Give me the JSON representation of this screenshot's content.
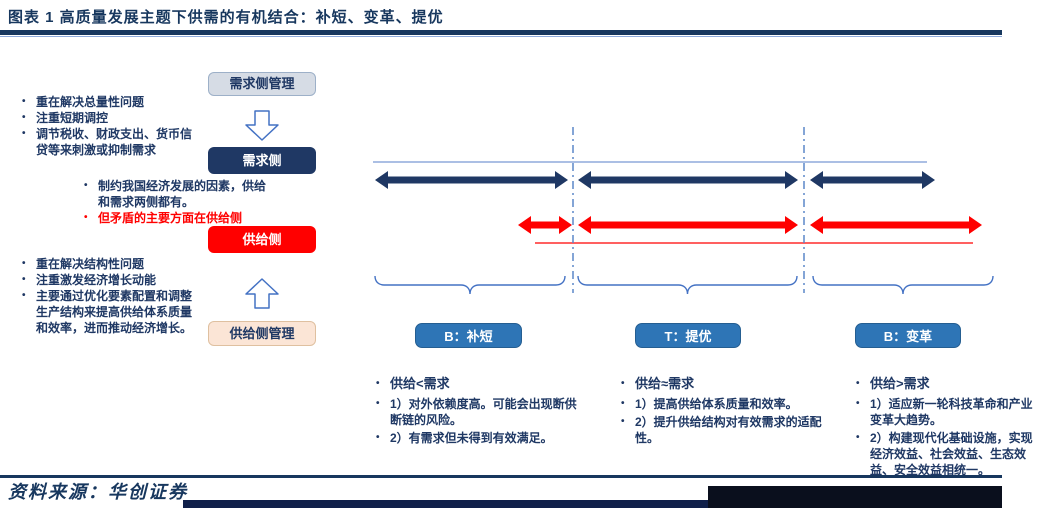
{
  "header": {
    "title": "图表 1  高质量发展主题下供需的有机结合：补短、变革、提优"
  },
  "flow": {
    "demand_mgmt_label": "需求侧管理",
    "demand_label": "需求侧",
    "supply_label": "供给侧",
    "supply_mgmt_label": "供给侧管理"
  },
  "left_notes": {
    "demand_side": [
      "重在解决总量性问题",
      "注重短期调控",
      "调节税收、财政支出、货币信贷等来刺激或抑制需求"
    ],
    "middle": {
      "line1": "制约我国经济发展的因素，供给和需求两侧都有。",
      "line2_red": "但矛盾的主要方面在供给侧"
    },
    "supply_side": [
      "重在解决结构性问题",
      "注重激发经济增长动能",
      "主要通过优化要素配置和调整生产结构来提高供给体系质量和效率，进而推动经济增长。"
    ]
  },
  "columns": [
    {
      "label": "B：补短",
      "heading": "供给<需求",
      "points": [
        "1）对外依赖度高。可能会出现断供断链的风险。",
        "2）有需求但未得到有效满足。"
      ]
    },
    {
      "label": "T：提优",
      "heading": "供给≈需求",
      "points": [
        "1）提高供给体系质量和效率。",
        "2）提升供给结构对有效需求的适配性。"
      ]
    },
    {
      "label": "B：变革",
      "heading": "供给>需求",
      "points": [
        "1）适应新一轮科技革命和产业变革大趋势。",
        "2）构建现代化基础设施，实现经济效益、社会效益、生态效益、安全效益相统一。"
      ]
    }
  ],
  "footer": {
    "source": "资料来源：华创证券"
  },
  "colors": {
    "title_navy": "#17375E",
    "navy": "#1F3864",
    "red": "#FF0000",
    "category_blue": "#2E75B6",
    "demand_mgmt_fill": "#D6DCE5",
    "supply_mgmt_fill": "#FBE5D6",
    "thin_line_blue": "#8FAADC",
    "dash_line_blue": "#5B87C9",
    "bottom_bar_navy": "#10204A"
  }
}
